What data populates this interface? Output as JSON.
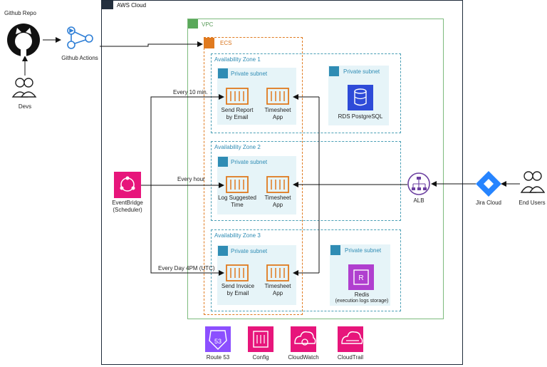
{
  "left": {
    "github_repo": "Github Repo",
    "github_actions": "Github Actions",
    "devs": "Devs",
    "eventbridge_line1": "EventBridge",
    "eventbridge_line2": "(Scheduler)"
  },
  "cloud": {
    "title": "AWS Cloud",
    "vpc": "VPC",
    "ecs": "ECS"
  },
  "zones": {
    "az1": "Availability Zone 1",
    "az2": "Availability Zone 2",
    "az3": "Availability Zone 3",
    "private_subnet": "Private subnet"
  },
  "tasks": {
    "send_report_1": "Send Report",
    "send_report_2": "by Email",
    "timesheet_1": "Timesheet",
    "timesheet_2": "App",
    "log_suggested_1": "Log Suggested",
    "log_suggested_2": "Time",
    "send_invoice_1": "Send Invoice",
    "send_invoice_2": "by Email"
  },
  "schedules": {
    "every_10_min": "Every 10 min.",
    "every_hour": "Every hour",
    "every_day": "Every Day 4PM (UTC)"
  },
  "data_stores": {
    "rds": "RDS PostgreSQL",
    "redis_1": "Redis",
    "redis_2": "(execution logs storage)"
  },
  "right": {
    "alb": "ALB",
    "jira": "Jira Cloud",
    "end_users": "End Users"
  },
  "services": {
    "route53": "Route 53",
    "route53_badge": "53",
    "config": "Config",
    "cloudwatch": "CloudWatch",
    "cloudtrail": "CloudTrail"
  },
  "colors": {
    "ecs_orange": "#e07a1f",
    "subnet_fill": "#e6f4f8",
    "eventbridge_pink": "#e7157b",
    "rds_blue": "#2e4bd8",
    "redis_purple": "#b03fcf",
    "alb_purple": "#6b3fa0",
    "jira_blue": "#2684ff",
    "route53_purple": "#8c4fff",
    "mgmt_pink": "#e7157b",
    "vpc_green": "#7dbb7d",
    "az_blue": "#4a9fb5"
  }
}
